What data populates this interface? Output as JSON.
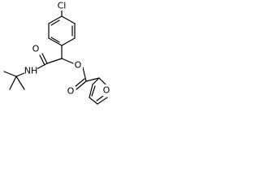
{
  "molecule": {
    "atoms": {
      "chlorine": "Cl",
      "ester_oxygen": "O",
      "ester_carbonyl_oxygen": "O",
      "amide_oxygen": "O",
      "amide_nitrogen": "NH",
      "furan_oxygen": "O"
    }
  }
}
